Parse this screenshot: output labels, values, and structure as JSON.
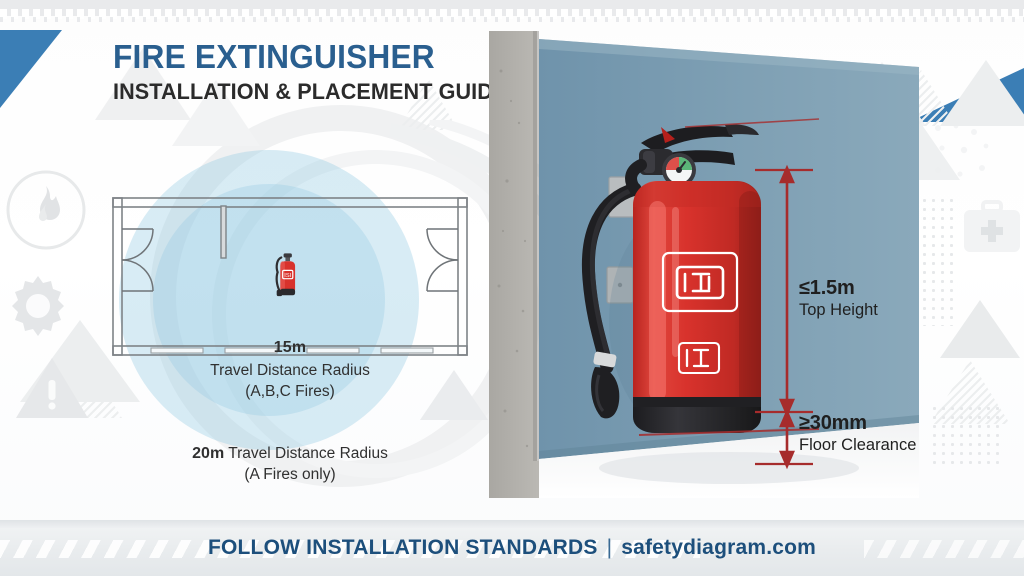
{
  "header": {
    "title_main": "FIRE EXTINGUISHER",
    "title_sub": "INSTALLATION & PLACEMENT GUIDE",
    "title_color": "#2a5f8f",
    "subtitle_color": "#2b2b2b"
  },
  "floorplan": {
    "inner_radius_label": "15m",
    "inner_radius_desc": "Travel Distance Radius",
    "inner_radius_scope": "(A,B,C Fires)",
    "outer_radius_label": "20m",
    "outer_radius_desc": "Travel Distance Radius",
    "outer_radius_scope": "(A Fires only)",
    "radius_fill_color": "#8dc6e2",
    "wall_color": "#8a8f93",
    "extinguisher_color": "#d32f2f"
  },
  "scene": {
    "wall_color": "#7d9bb0",
    "concrete_color": "#b9b7b2",
    "extinguisher_body_color": "#d8322c",
    "extinguisher_base_color": "#27272a",
    "marking_label": "ISI",
    "dimension_line_color": "#a62c2c"
  },
  "dimensions": {
    "top_height_value": "≤1.5m",
    "top_height_label": "Top Height",
    "floor_clearance_value": "≥30mm",
    "floor_clearance_label": "Floor Clearance"
  },
  "footer": {
    "standards_text": "FOLLOW INSTALLATION STANDARDS",
    "separator": "|",
    "website": "safetydiagram.com",
    "text_color": "#1d4f7c"
  },
  "decor": {
    "flame_icon": "flame-icon",
    "gear_icon": "gear-icon",
    "warning_icon": "warning-triangle-icon",
    "firstaid_icon": "first-aid-kit-icon",
    "accent_blue": "#3b7eb5"
  }
}
